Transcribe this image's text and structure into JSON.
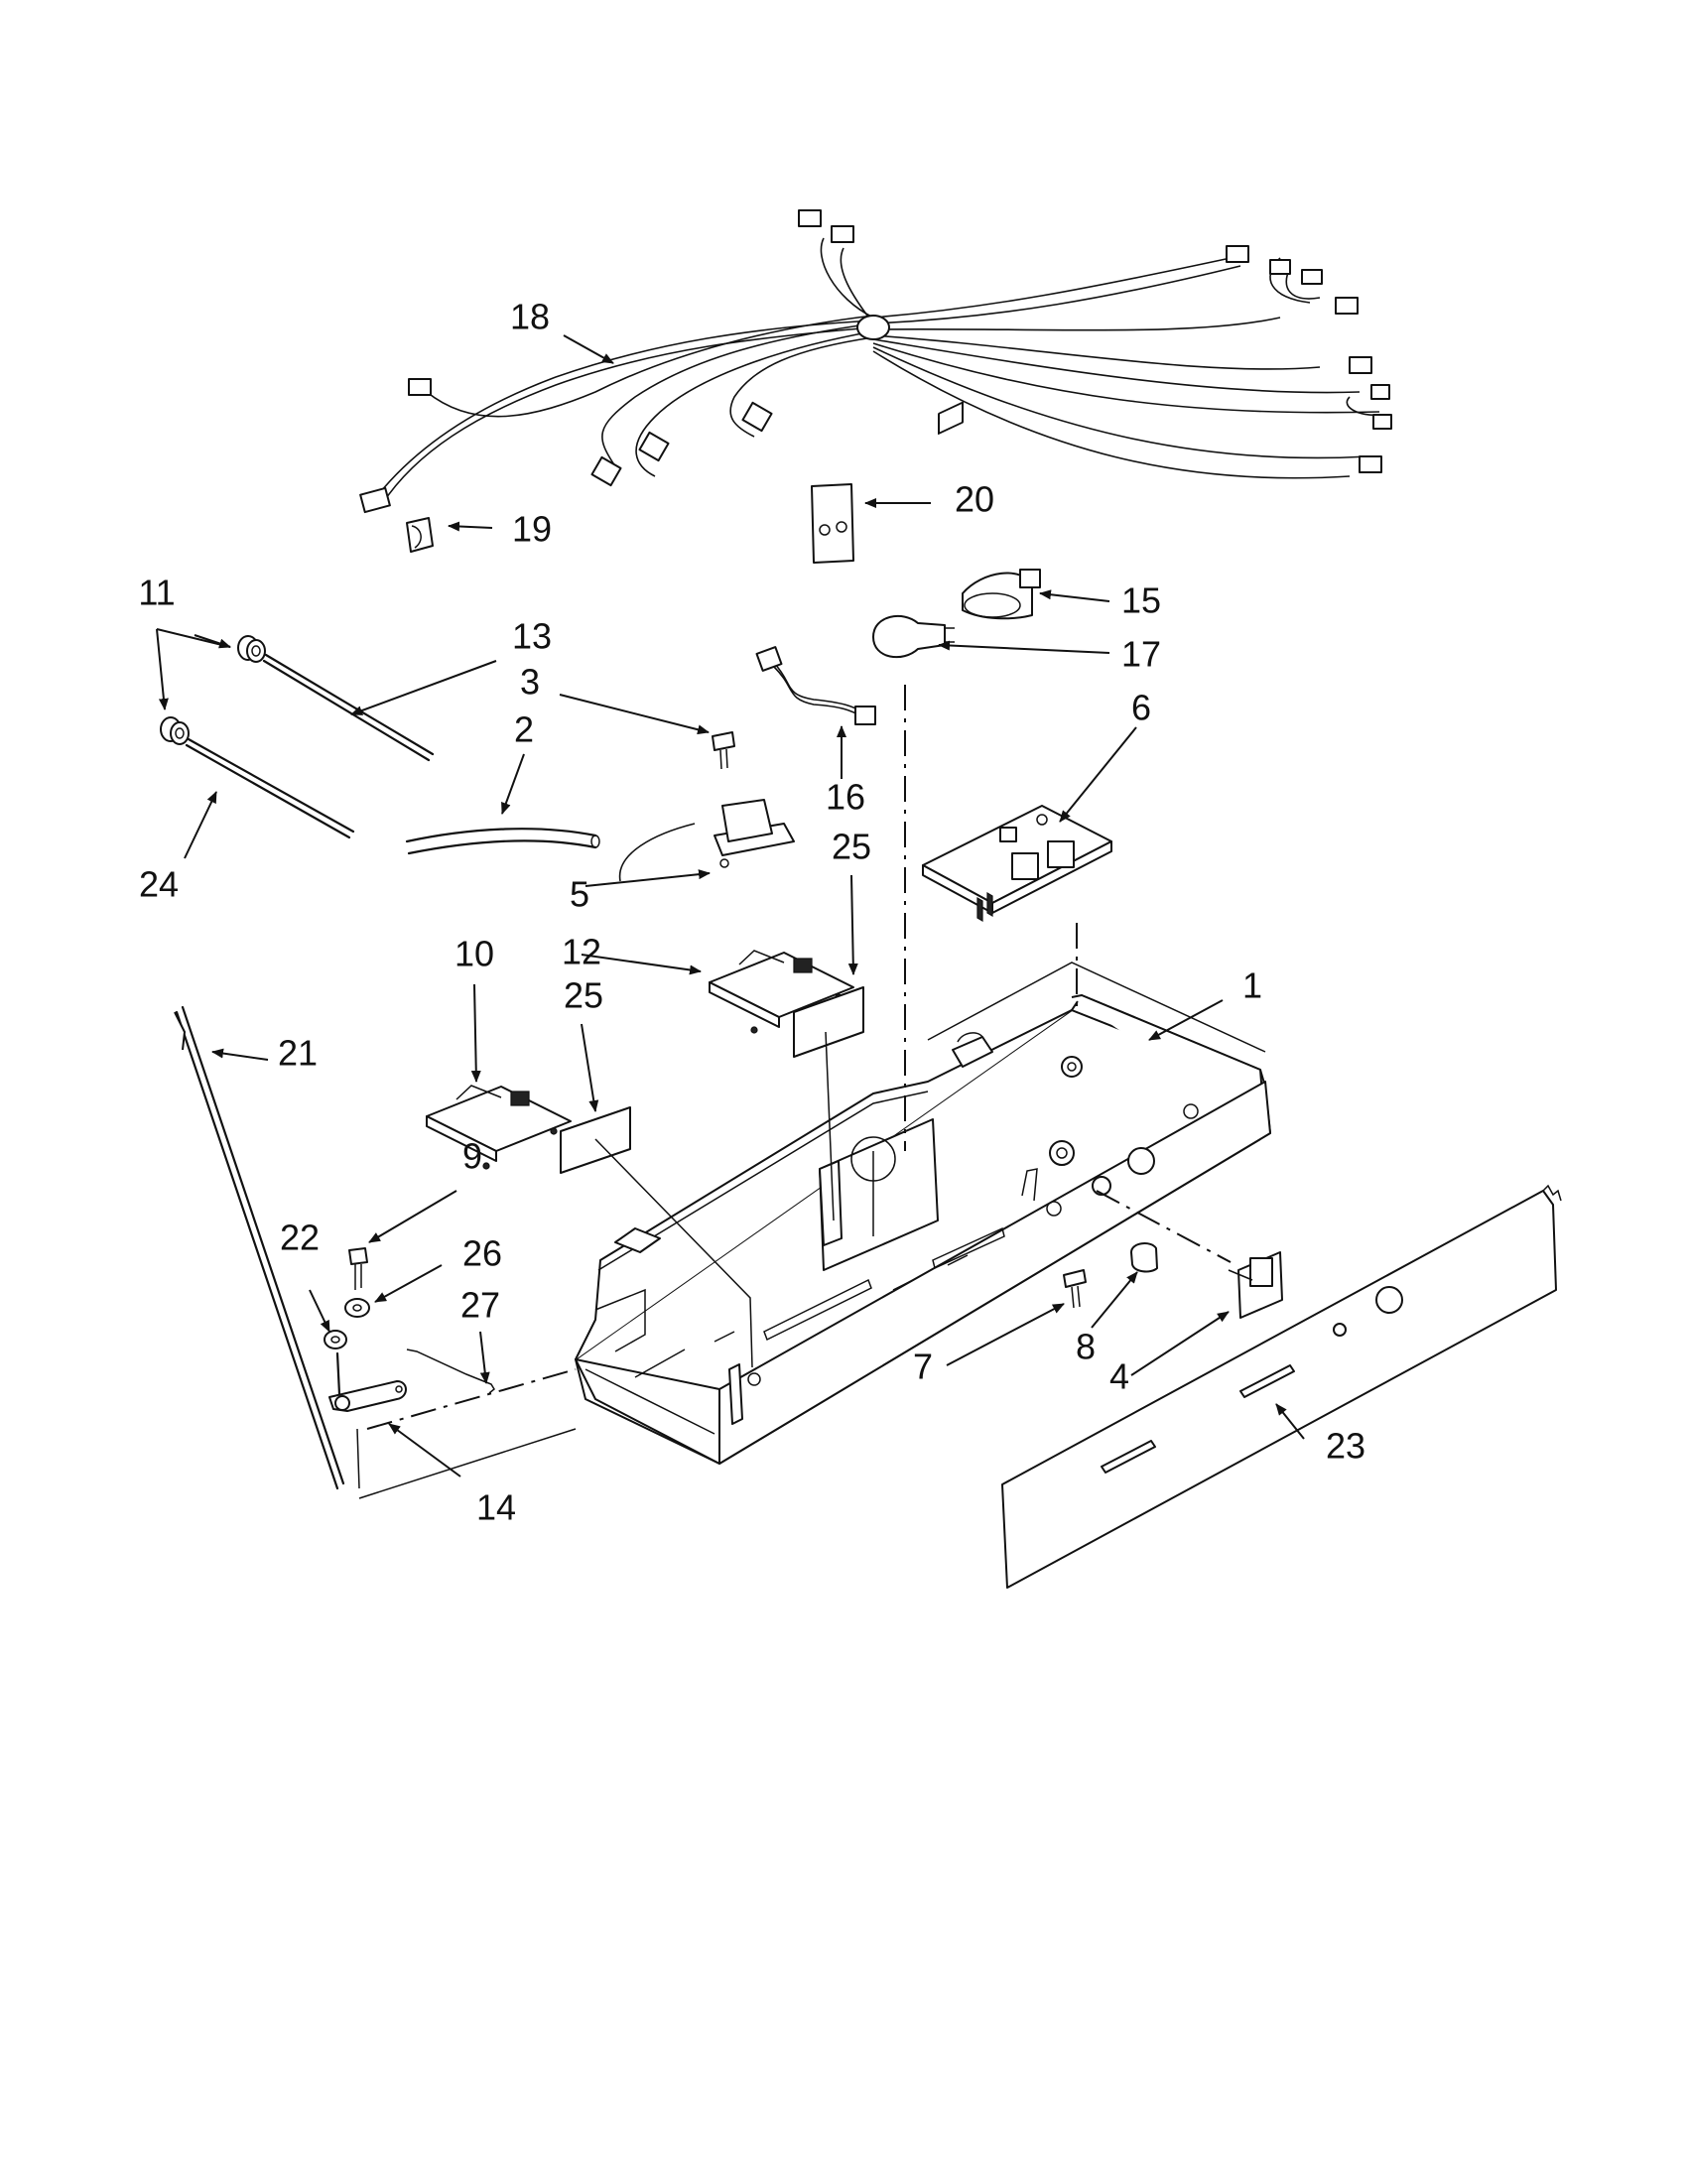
{
  "diagram": {
    "labels": [
      "1",
      "2",
      "3",
      "4",
      "5",
      "6",
      "7",
      "8",
      "9",
      "10",
      "11",
      "12",
      "13",
      "14",
      "15",
      "16",
      "17",
      "18",
      "19",
      "20",
      "21",
      "22",
      "23",
      "24",
      "25",
      "25",
      "26",
      "27"
    ]
  }
}
